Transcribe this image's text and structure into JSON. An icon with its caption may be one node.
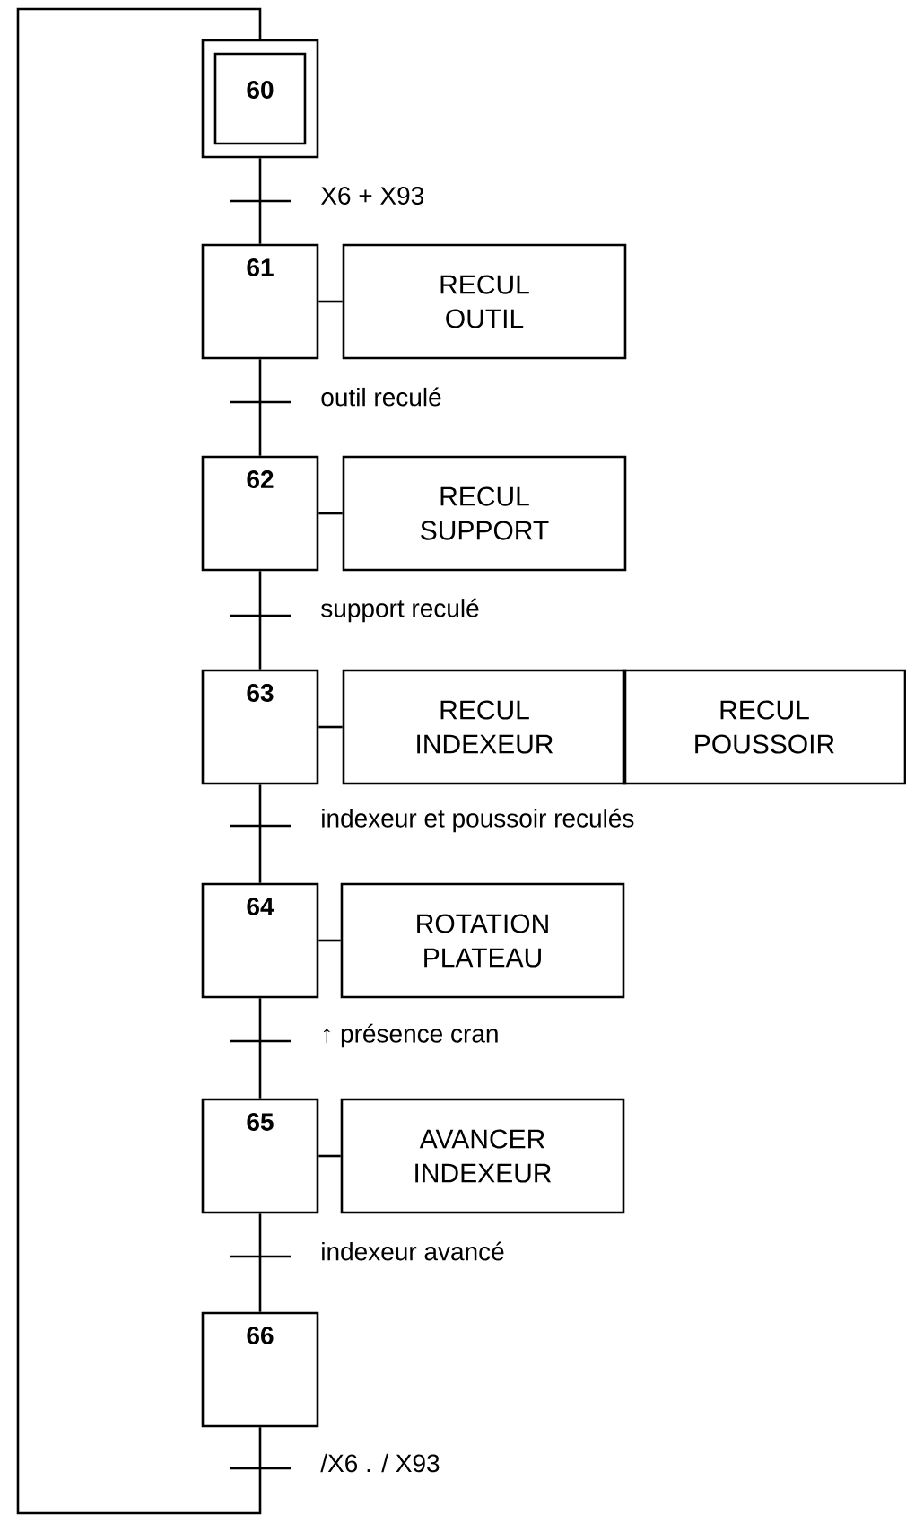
{
  "diagram": {
    "nodes": [
      {
        "text": [
          "60"
        ]
      },
      {
        "text": [
          "61"
        ]
      },
      {
        "text": [
          "RECUL OUTIL"
        ]
      },
      {
        "text": [
          "62"
        ]
      },
      {
        "text": [
          "RECUL SUPPORT"
        ]
      },
      {
        "text": [
          "63"
        ]
      },
      {
        "text": [
          "RECUL INDEXEUR"
        ]
      },
      {
        "text": [
          "RECUL POUSSOIR"
        ]
      },
      {
        "text": [
          "64"
        ]
      },
      {
        "text": [
          "ROTATION PLATEAU"
        ]
      },
      {
        "text": [
          "65"
        ]
      },
      {
        "text": [
          "AVANCER INDEXEUR"
        ]
      },
      {
        "text": [
          "66"
        ]
      }
    ],
    "edges": [
      {
        "from": 0,
        "to": 1,
        "arrow": "none",
        "label": "X6 + X93"
      },
      {
        "from": 1,
        "to": 2,
        "arrow": "none"
      },
      {
        "from": 1,
        "to": 3,
        "arrow": "none",
        "label": "outil reculé"
      },
      {
        "from": 3,
        "to": 4,
        "arrow": "none"
      },
      {
        "from": 3,
        "to": 5,
        "arrow": "none",
        "label": "support reculé"
      },
      {
        "from": 5,
        "to": 6,
        "arrow": "none"
      },
      {
        "from": 5,
        "to": 8,
        "arrow": "none",
        "label": "indexeur et poussoir reculés"
      },
      {
        "from": 8,
        "to": 9,
        "arrow": "none"
      },
      {
        "from": 8,
        "to": 10,
        "arrow": "none",
        "label": "↑ présence cran"
      },
      {
        "from": 10,
        "to": 11,
        "arrow": "none"
      },
      {
        "from": 10,
        "to": 12,
        "arrow": "none",
        "label": "indexeur avancé"
      },
      {
        "from": 12,
        "to": 0,
        "arrow": "none",
        "label": "/X6 . / X93"
      }
    ]
  }
}
